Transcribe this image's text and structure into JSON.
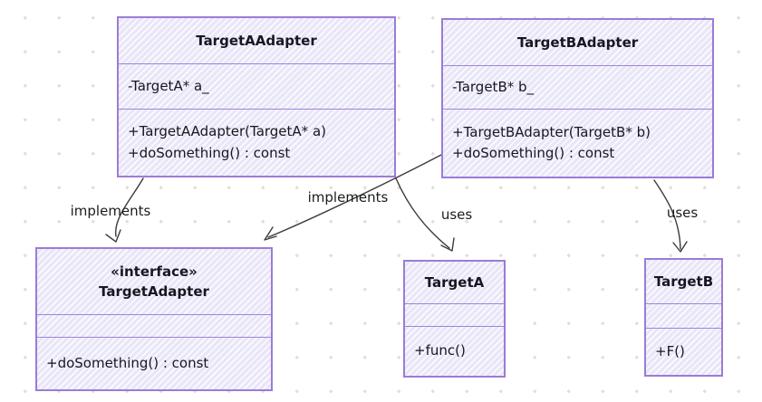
{
  "diagram": {
    "type": "uml-class-diagram",
    "colors": {
      "background": "#ffffff",
      "dot_grid": "#e1ded9",
      "node_fill": "#e9e6f8",
      "node_border": "#9b7cd6",
      "divider": "#a084da",
      "text": "#17171f",
      "arrow": "#3b3b3b"
    },
    "classes": [
      {
        "id": "TargetAAdapter",
        "stereotype": "",
        "title": "TargetAAdapter",
        "attributes": [
          "-TargetA* a_"
        ],
        "methods": [
          "+TargetAAdapter(TargetA* a)",
          "+doSomething() : const"
        ]
      },
      {
        "id": "TargetBAdapter",
        "stereotype": "",
        "title": "TargetBAdapter",
        "attributes": [
          "-TargetB* b_"
        ],
        "methods": [
          "+TargetBAdapter(TargetB* b)",
          "+doSomething() : const"
        ]
      },
      {
        "id": "TargetAdapter",
        "stereotype": "«interface»",
        "title": "TargetAdapter",
        "attributes": [],
        "methods": [
          "+doSomething() : const"
        ]
      },
      {
        "id": "TargetA",
        "stereotype": "",
        "title": "TargetA",
        "attributes": [],
        "methods": [
          "+func()"
        ]
      },
      {
        "id": "TargetB",
        "stereotype": "",
        "title": "TargetB",
        "attributes": [],
        "methods": [
          "+F()"
        ]
      }
    ],
    "edges": [
      {
        "from": "TargetAAdapter",
        "to": "TargetAdapter",
        "label": "implements"
      },
      {
        "from": "TargetBAdapter",
        "to": "TargetAdapter",
        "label": "implements"
      },
      {
        "from": "TargetAAdapter",
        "to": "TargetA",
        "label": "uses"
      },
      {
        "from": "TargetBAdapter",
        "to": "TargetB",
        "label": "uses"
      }
    ]
  }
}
